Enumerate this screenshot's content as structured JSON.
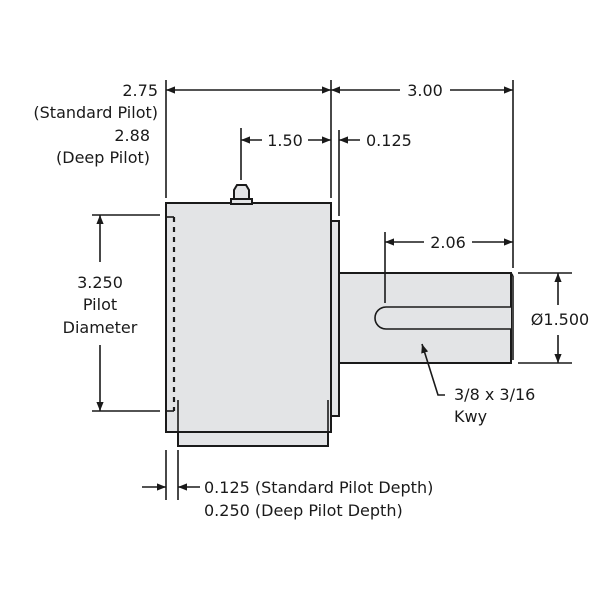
{
  "colors": {
    "part_fill": "#e3e4e6",
    "line": "#1a1a1a"
  },
  "dims": {
    "overall_housing": {
      "line1": "2.75",
      "line2": "(Standard Pilot)",
      "line3": "2.88",
      "line4": "(Deep Pilot)"
    },
    "shaft_length": "3.00",
    "fitting_offset": "1.50",
    "flange_thickness": "0.125",
    "pilot_diameter": {
      "line1": "3.250",
      "line2": "Pilot",
      "line3": "Diameter"
    },
    "keyway_length": "2.06",
    "shaft_diameter": "Ø1.500",
    "keyway": {
      "line1": "3/8 x 3/16",
      "line2": "Kwy"
    },
    "pilot_depth": {
      "line1": "0.125 (Standard Pilot Depth)",
      "line2": "0.250 (Deep Pilot Depth)"
    }
  }
}
